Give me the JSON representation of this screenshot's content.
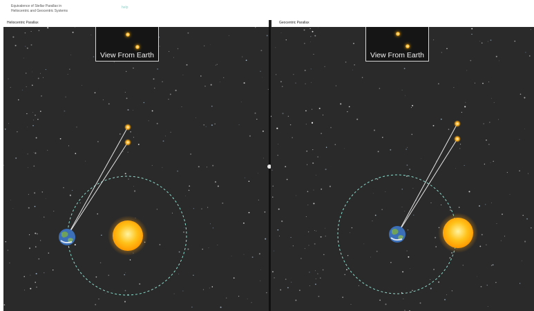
{
  "app": {
    "title_line1": "Equivalence of Stellar Parallax in",
    "title_line2": "Heliocentric and Geocentric Systems",
    "help_label": "help"
  },
  "panels": [
    {
      "id": "left",
      "label": "Heliocentric Parallax",
      "inset_caption": "View From Earth"
    },
    {
      "id": "right",
      "label": "Geocentric Parallax",
      "inset_caption": "View From Earth"
    }
  ],
  "colors": {
    "background": "#2a2a2a",
    "orbit": "#8fe3d2",
    "sight_line": "#e6e6e6",
    "star": "#ffb21c",
    "sun": "#ffb300"
  },
  "icons": [
    "earth-icon",
    "sun-icon",
    "star-icon"
  ]
}
